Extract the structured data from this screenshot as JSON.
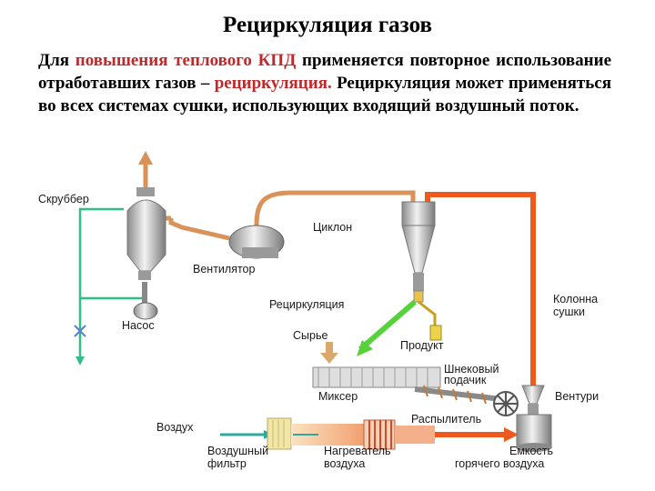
{
  "title": "Рециркуляция газов",
  "paragraph": {
    "part1": "Для ",
    "highlight1": "повышения теплового КПД",
    "part2": " применяется повторное использование отработавших газов – ",
    "highlight2": "рециркуляция.",
    "part3": " Рециркуляция может применяться во всех системах сушки, использующих входящий воздушный поток."
  },
  "labels": {
    "scrubber": "Скруббер",
    "pump": "Насос",
    "fan": "Вентилятор",
    "cyclone": "Циклон",
    "recirculation": "Рециркуляция",
    "raw": "Сырье",
    "product": "Продукт",
    "column_line1": "Колонна",
    "column_line2": "сушки",
    "screw_line1": "Шнековый",
    "screw_line2": "подачик",
    "mixer": "Миксер",
    "venturi": "Вентури",
    "air": "Воздух",
    "sprayer": "Распылитель",
    "air_filter_line1": "Воздушный",
    "air_filter_line2": "фильтр",
    "heater_line1": "Нагреватель",
    "heater_line2": "воздуха",
    "hot_tank_line1": "Емкость",
    "hot_tank_line2": "горячего воздуха"
  },
  "colors": {
    "highlight": "#c0282a",
    "exhaust_duct": "#d9925a",
    "hot_air_duct": "#ee5a1e",
    "water_line": "#2fbf86",
    "recirculation_flow": "#58d23a",
    "raw_feed": "#d9a86a"
  }
}
